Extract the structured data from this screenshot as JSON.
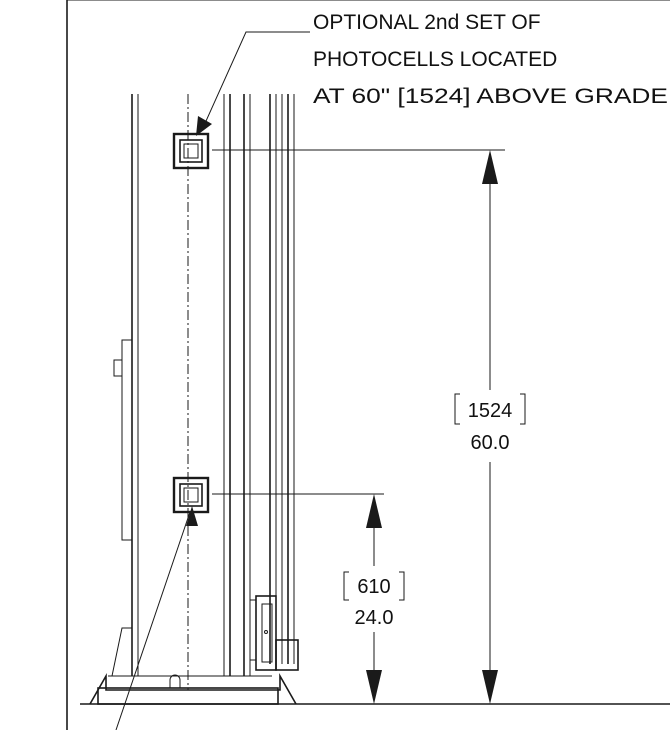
{
  "callout": {
    "line1": "OPTIONAL 2nd SET OF",
    "line2": "PHOTOCELLS LOCATED",
    "line3": "AT 60\" [1524] ABOVE GRADE"
  },
  "dimensions": {
    "upper": {
      "metric": "1524",
      "imperial": "60.0"
    },
    "lower": {
      "metric": "610",
      "imperial": "24.0"
    }
  },
  "colors": {
    "line": "#1a1a1a",
    "text": "#111111",
    "background": "#ffffff"
  }
}
